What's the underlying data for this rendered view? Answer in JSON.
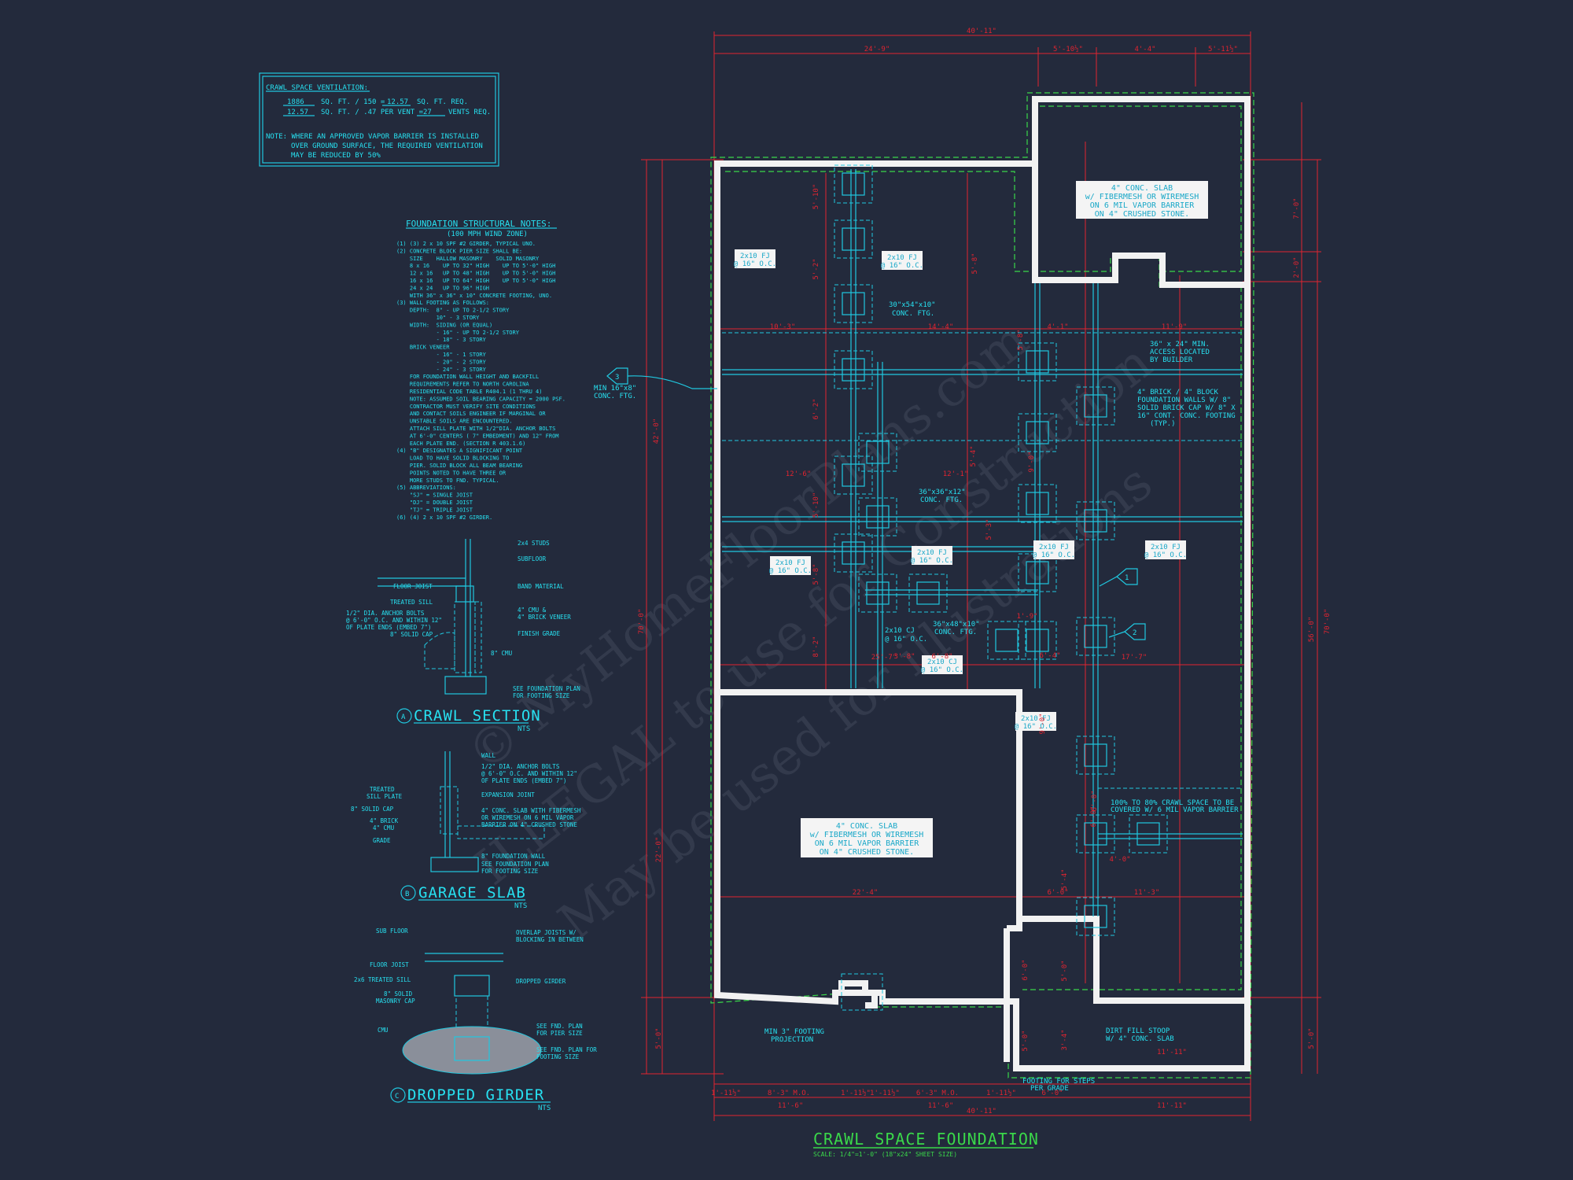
{
  "watermark": {
    "line1": "© MyHomeFloorPlans.com",
    "line2": "ILLEGAL to use for Construction",
    "line3": "May be used for illustrations"
  },
  "ventilation": {
    "title": "CRAWL SPACE VENTILATION:",
    "row1": [
      "1886",
      "SQ. FT. / 150 =",
      "12.57",
      "SQ. FT. REQ."
    ],
    "row2": [
      "12.57",
      "SQ. FT. / .47 PER VENT =",
      "27",
      "VENTS REQ."
    ],
    "note": [
      "NOTE:  WHERE AN APPROVED VAPOR BARRIER IS INSTALLED",
      "OVER GROUND SURFACE, THE REQUIRED VENTILATION",
      "MAY BE REDUCED BY 50%"
    ]
  },
  "notes": {
    "title": "FOUNDATION STRUCTURAL NOTES:",
    "subtitle": "(100 MPH WIND ZONE)",
    "lines": [
      "(1) (3) 2 x 10 SPF #2 GIRDER, TYPICAL UNO.",
      "(2) CONCRETE BLOCK PIER SIZE SHALL BE:",
      "    SIZE    HALLOW MASONRY    SOLID MASONRY",
      "    8 x 16    UP TO 32\" HIGH    UP TO 5'-0\" HIGH",
      "    12 x 16   UP TO 48\" HIGH    UP TO 5'-0\" HIGH",
      "    16 x 16   UP TO 64\" HIGH    UP TO 5'-0\" HIGH",
      "    24 x 24   UP TO 96\" HIGH",
      "    WITH 36\" x 36\" x 10\" CONCRETE FOOTING, UNO.",
      "(3) WALL FOOTING AS FOLLOWS:",
      "    DEPTH:  8\" - UP TO 2-1/2 STORY",
      "            10\" - 3 STORY",
      "    WIDTH:  SIDING (OR EQUAL)",
      "            - 16\" - UP TO 2-1/2 STORY",
      "            - 18\" - 3 STORY",
      "    BRICK VENEER",
      "            - 16\" - 1 STORY",
      "            - 20\" - 2 STORY",
      "            - 24\" - 3 STORY",
      "    FOR FOUNDATION WALL HEIGHT AND BACKFILL",
      "    REQUIREMENTS REFER TO NORTH CAROLINA",
      "    RESIDENTIAL CODE TABLE R404.1 (1 THRU 4)",
      "    NOTE: ASSUMED SOIL BEARING CAPACITY = 2000 PSF.",
      "    CONTRACTOR MUST VERIFY SITE CONDITIONS",
      "    AND CONTACT SOILS ENGINEER IF MARGINAL OR",
      "    UNSTABLE SOILS ARE ENCOUNTERED.",
      "    ATTACH SILL PLATE WITH 1/2\"DIA. ANCHOR BOLTS",
      "    AT 6'-0\" CENTERS ( 7\" EMBEDMENT) AND 12\" FROM",
      "    EACH PLATE END. (SECTION R 403.1.6)",
      "(4) \"B\" DESIGNATES A SIGNIFICANT POINT",
      "    LOAD TO HAVE SOLID BLOCKING TO",
      "    PIER. SOLID BLOCK ALL BEAM BEARING",
      "    POINTS NOTED TO HAVE THREE OR",
      "    MORE STUDS TO FND. TYPICAL.",
      "(5) ABBREVIATIONS:",
      "    \"SJ\" = SINGLE JOIST",
      "    \"DJ\" = DOUBLE JOIST",
      "    \"TJ\" = TRIPLE JOIST",
      "(6) (4) 2 x 10 SPF #2 GIRDER."
    ]
  },
  "sections": {
    "a": {
      "letter": "A",
      "title": "CRAWL SECTION",
      "scale": "NTS",
      "labels": [
        "2x4 STUDS",
        "SUBFLOOR",
        "FLOOR JOIST",
        "BAND MATERIAL",
        "TREATED SILL",
        "1/2\" DIA. ANCHOR BOLTS",
        "@ 6'-0\" O.C. AND WITHIN 12\"",
        "OF PLATE ENDS (EMBED 7\")",
        "8\" SOLID CAP",
        "4\" CMU &",
        "4\" BRICK VENEER",
        "FINISH GRADE",
        "8\" CMU",
        "SEE FOUNDATION PLAN",
        "FOR FOOTING SIZE"
      ]
    },
    "b": {
      "letter": "B",
      "title": "GARAGE SLAB",
      "scale": "NTS",
      "labels": [
        "WALL",
        "1/2\" DIA. ANCHOR BOLTS",
        "@ 6'-0\" O.C. AND WITHIN 12\"",
        "OF PLATE ENDS (EMBED 7\")",
        "TREATED",
        "SILL PLATE",
        "EXPANSION JOINT",
        "8\" SOLID CAP",
        "4\" CONC. SLAB WITH FIBERMESH",
        "OR WIREMESH ON 6 MIL VAPOR",
        "BARRIER ON 4\" CRUSHED STONE",
        "4\" BRICK",
        "4\" CMU",
        "GRADE",
        "8\" FOUNDATION WALL",
        "SEE FOUNDATION PLAN",
        "FOR FOOTING SIZE"
      ]
    },
    "c": {
      "letter": "C",
      "title": "DROPPED GIRDER",
      "scale": "NTS",
      "labels": [
        "SUB FLOOR",
        "OVERLAP JOISTS W/",
        "BLOCKING IN BETWEEN",
        "FLOOR JOIST",
        "2x6 TREATED SILL",
        "DROPPED GIRDER",
        "8\" SOLID",
        "MASONRY CAP",
        "CMU",
        "SEE FND. PLAN",
        "FOR PIER SIZE",
        "SEE FND. PLAN FOR",
        "FOOTING SIZE"
      ]
    }
  },
  "plan": {
    "title": "CRAWL SPACE FOUNDATION",
    "scale": "SCALE: 1/4\"=1'-0\" (18\"x24\" SHEET SIZE)",
    "boxed_notes": {
      "top_slab": [
        "4\" CONC. SLAB",
        "w/ FIBERMESH OR WIREMESH",
        "ON 6 MIL VAPOR BARRIER",
        "ON 4\" CRUSHED STONE."
      ],
      "garage_slab": [
        "4\" CONC. SLAB",
        "w/ FIBERMESH OR WIREMESH",
        "ON 6 MIL VAPOR BARRIER",
        "ON 4\" CRUSHED STONE."
      ],
      "joists": [
        [
          "2x10 FJ",
          "@ 16\" O.C."
        ],
        [
          "2x10 FJ",
          "@ 16\" O.C."
        ],
        [
          "2x10 FJ",
          "@ 16\" O.C."
        ],
        [
          "2x10 FJ",
          "@ 16\" O.C."
        ],
        [
          "2x10 FJ",
          "@ 16\" O.C."
        ],
        [
          "2x10 FJ",
          "@ 16\" O.C."
        ],
        [
          "2x10 CJ",
          "@ 16\" O.C."
        ],
        [
          "2x10 FJ",
          "@ 16\" O.C."
        ]
      ]
    },
    "callouts": {
      "ftg30": [
        "30\"x54\"x10\"",
        "CONC. FTG."
      ],
      "ftg36": [
        "36\"x36\"x12\"",
        "CONC. FTG."
      ],
      "ftg3648": [
        "36\"x48\"x10\"",
        "CONC. FTG."
      ],
      "cj": [
        "2x10 CJ",
        "@ 16\" O.C."
      ],
      "access": [
        "36\" x 24\" MIN.",
        "ACCESS LOCATED",
        "BY BUILDER"
      ],
      "block": [
        "4\" BRICK / 4\" BLOCK",
        "FOUNDATION WALLS W/ 8\"",
        "SOLID BRICK CAP W/ 8\" X",
        "16\" CONT. CONC. FOOTING",
        "(TYP.)"
      ],
      "minftg": [
        "MIN 16\"x8\"",
        "CONC. FTG."
      ],
      "vapor": [
        "100% TO 80% CRAWL SPACE TO BE",
        "COVERED W/ 6 MIL VAPOR BARRIER"
      ],
      "proj": [
        "MIN 3\" FOOTING",
        "PROJECTION"
      ],
      "stoop": [
        "DIRT FILL STOOP",
        "W/ 4\" CONC. SLAB"
      ],
      "steps": [
        "FOOTING FOR STEPS",
        "PER GRADE"
      ]
    },
    "tags": [
      "1",
      "2",
      "3"
    ],
    "dims_top": [
      "40'-11\"",
      "24'-9\"",
      "5'-10½\"",
      "4'-4\"",
      "5'-11½\""
    ],
    "dims_bottom": [
      "1'-11½\"",
      "8'-3\" M.O.",
      "1'-11½\"",
      "1'-11½\"",
      "6'-3\" M.O.",
      "1'-11½\"",
      "11'-6\"",
      "11'-6\"",
      "6'-0\"",
      "11'-11\"",
      "40'-11\""
    ],
    "dims_left": [
      "42'-0\"",
      "70'-0\"",
      "22'-0\"",
      "5'-0\""
    ],
    "dims_right": [
      "7'-0\"",
      "2'-0\"",
      "56'-0\"",
      "70'-0\"",
      "5'-0\""
    ],
    "dims_inner": [
      "10'-3\"",
      "14'-4\"",
      "4'-1\"",
      "11'-9\"",
      "12'-6\"",
      "12'-1\"",
      "5'-10\"",
      "5'-2\"",
      "6'-2\"",
      "5'-8\"",
      "5'-10\"",
      "8'-2\"",
      "3'-8\"",
      "6'-8\"",
      "1'-9\"",
      "6'-4\"",
      "17'-7\"",
      "22'-4\"",
      "6'-0\"",
      "11'-3\"",
      "4'-0\"",
      "6'-0\"",
      "5'-8\"",
      "5'-4\"",
      "9'-0\"",
      "5'-3\"",
      "5'-8\"",
      "9'-0\"",
      "6'-0\"",
      "5'-4\"",
      "6'-0\"",
      "5'-0\"",
      "3'-4\"",
      "5'-0\"",
      "25'-7\"",
      "11'-11\""
    ]
  }
}
